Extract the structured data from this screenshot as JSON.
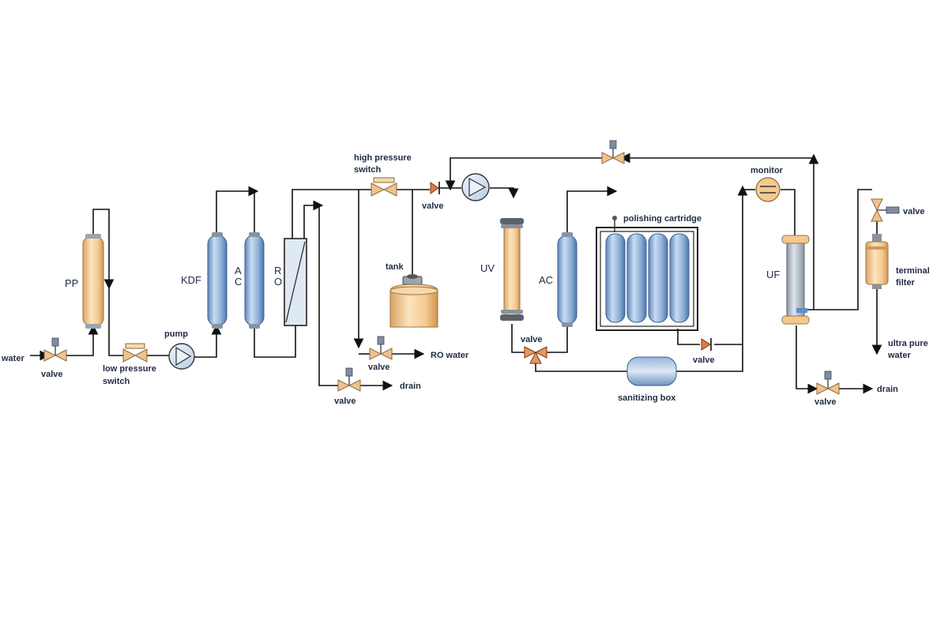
{
  "labels": {
    "water": "water",
    "valve": "valve",
    "pp": "PP",
    "low_pressure_switch_1": "low pressure",
    "low_pressure_switch_2": "switch",
    "pump": "pump",
    "kdf": "KDF",
    "ac_1": "A",
    "ac_2": "C",
    "ro_1": "R",
    "ro_2": "O",
    "high_pressure_switch_1": "high pressure",
    "high_pressure_switch_2": "switch",
    "tank": "tank",
    "ro_water": "RO water",
    "drain": "drain",
    "uv": "UV",
    "ac": "AC",
    "polishing_cartridge": "polishing cartridge",
    "sanitizing_box": "sanitizing box",
    "monitor": "monitor",
    "uf": "UF",
    "terminal_filter_1": "terminal",
    "terminal_filter_2": "filter",
    "ultra_pure_water_1": "ultra pure",
    "ultra_pure_water_2": "water"
  },
  "colors": {
    "pipe": "#111111",
    "blue_vessel": "#8fb0d8",
    "orange_vessel": "#f3c98f",
    "valve_body": "#f0c38e",
    "check_valve": "#e07a45",
    "text": "#1f2a44"
  }
}
